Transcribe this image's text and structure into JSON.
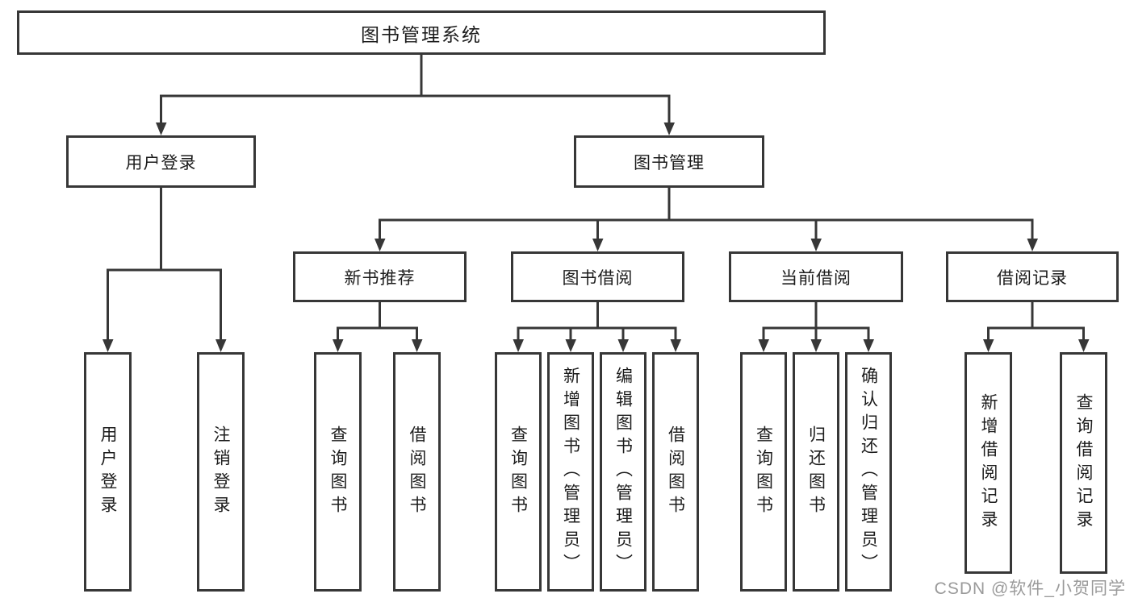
{
  "diagram": {
    "colors": {
      "line": "#373737",
      "box_border": "#373737",
      "text": "#1c1c1c",
      "watermark_text": "#9a9a9a",
      "background": "#ffffff"
    },
    "nodes": {
      "root": "图书管理系统",
      "level2": {
        "user_login": "用户登录",
        "book_mgmt": "图书管理"
      },
      "level3": {
        "new_book": "新书推荐",
        "book_borrow": "图书借阅",
        "current_borrow": "当前借阅",
        "borrow_record": "借阅记录"
      },
      "leaves": {
        "user_login": "用户登录",
        "logout": "注销登录",
        "nb_query_books": "查询图书",
        "nb_borrow_books": "借阅图书",
        "bb_query_books": "查询图书",
        "bb_add_books": "新增图书（管理员）",
        "bb_edit_books": "编辑图书（管理员）",
        "bb_borrow_books": "借阅图书",
        "cb_query_books": "查询图书",
        "cb_return_books": "归还图书",
        "cb_confirm_return": "确认归还（管理员）",
        "br_add_record": "新增借阅记录",
        "br_query_record": "查询借阅记录"
      }
    },
    "watermark": "CSDN @软件_小贺同学"
  }
}
